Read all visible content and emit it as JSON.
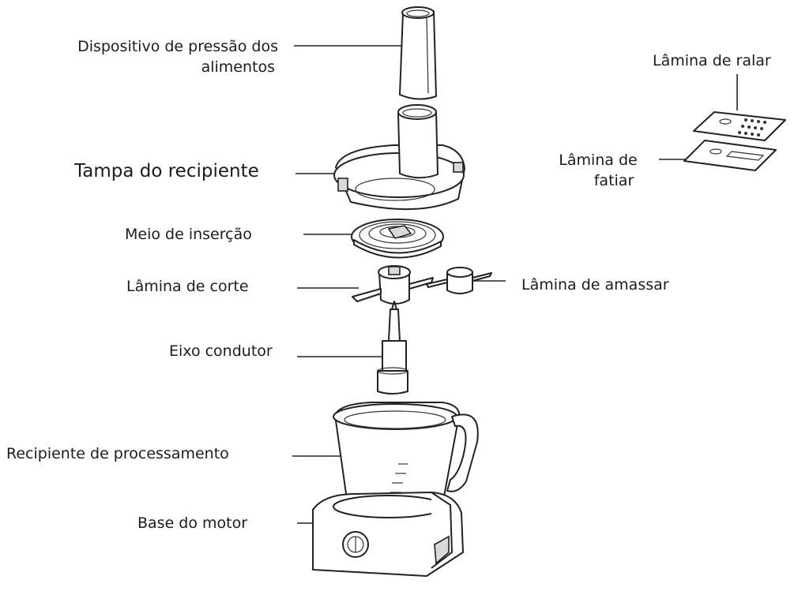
{
  "labels": {
    "food_pusher_line1": "Dispositivo de pressão dos",
    "food_pusher_line2": "alimentos",
    "container_lid": "Tampa do recipiente",
    "insert_disc": "Meio de inserção",
    "cutting_blade": "Lâmina de corte",
    "drive_shaft": "Eixo condutor",
    "processing_bowl": "Recipiente de processamento",
    "motor_base": "Base do motor",
    "grating_blade": "Lâmina de ralar",
    "slicing_blade_line1": "Lâmina de",
    "slicing_blade_line2": "fatiar",
    "kneading_blade": "Lâmina de amassar"
  }
}
